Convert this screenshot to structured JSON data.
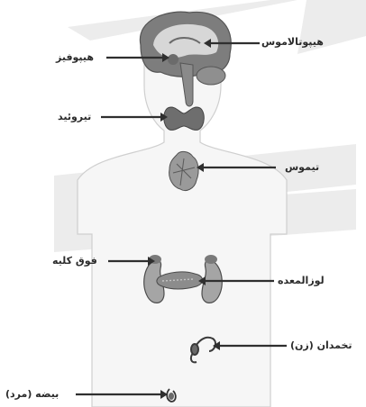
{
  "labels": {
    "hypothalamus": "هیپوتالاموس",
    "pituitary": "هیپوفیز",
    "thyroid": "تیروئید",
    "thymus": "تیموس",
    "adrenal": "فوق کلیه",
    "pancreas": "لوزالمعده",
    "ovary": "تخمدان (زن)",
    "testis": "بیضه (مرد)"
  },
  "colors": {
    "organ": "#8a8a8a",
    "organ_dark": "#5c5c5c",
    "body_outline": "#c8c8c8",
    "body_fill": "#f4f4f4",
    "watermark": "#e9e9e9",
    "arrow": "#2f2f2f"
  }
}
